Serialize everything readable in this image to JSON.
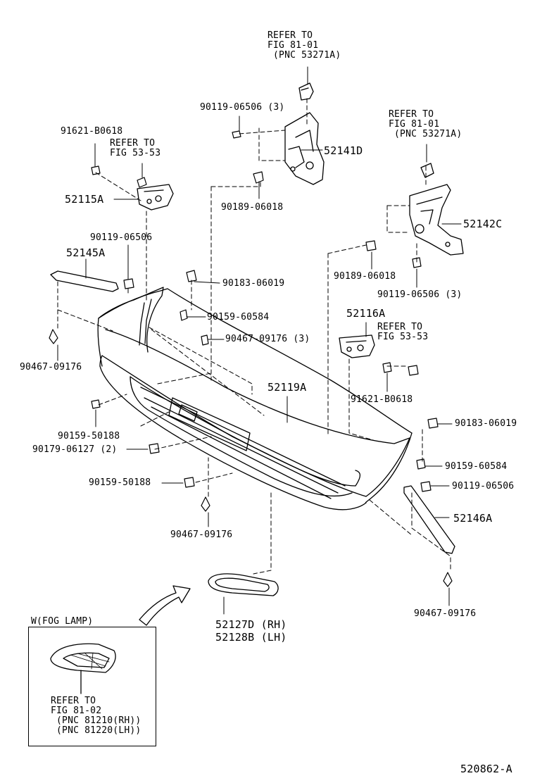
{
  "diagram_id": "520862-A",
  "parts": {
    "bracket_top_ref": "REFER TO\nFIG 81-01\n (PNC 53271A)",
    "bolt_90119_top": "90119-06506 (3)",
    "bracket_52141D": "52141D",
    "nut_90189_top": "90189-06018",
    "clip_91621_left": "91621-B0618",
    "ref_53_53_left": "REFER TO\nFIG 53-53",
    "retainer_52115A": "52115A",
    "bolt_90119_left": "90119-06506",
    "stay_52145A": "52145A",
    "nut_90183_left": "90183-06019",
    "screw_90159_60584_left": "90159-60584",
    "clip_90467_3": "90467-09176 (3)",
    "clip_90467_left": "90467-09176",
    "bumper_52119A": "52119A",
    "screw_90159_50188_a": "90159-50188",
    "nut_90179": "90179-06127 (2)",
    "screw_90159_50188_b": "90159-50188",
    "clip_90467_bottom": "90467-09176",
    "bracket_right_ref": "REFER TO\nFIG 81-01\n (PNC 53271A)",
    "bracket_52142C": "52142C",
    "nut_90189_right": "90189-06018",
    "bolt_90119_right3": "90119-06506 (3)",
    "retainer_52116A": "52116A",
    "ref_53_53_right": "REFER TO\nFIG 53-53",
    "clip_91621_right": "91621-B0618",
    "nut_90183_right": "90183-06019",
    "screw_90159_60584_right": "90159-60584",
    "bolt_90119_right": "90119-06506",
    "stay_52146A": "52146A",
    "clip_90467_right": "90467-09176",
    "cover_52127D": "52127D (RH)",
    "cover_52128B": "52128B (LH)"
  },
  "inset": {
    "title": "W(FOG LAMP)",
    "ref": "REFER TO\nFIG 81-02\n (PNC 81210(RH))\n (PNC 81220(LH))"
  }
}
